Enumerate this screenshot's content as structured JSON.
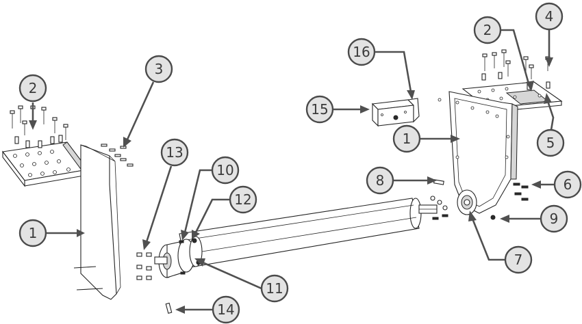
{
  "callouts": [
    {
      "id": "c-1-left",
      "label": "1"
    },
    {
      "id": "c-2-left",
      "label": "2"
    },
    {
      "id": "c-3",
      "label": "3"
    },
    {
      "id": "c-13",
      "label": "13"
    },
    {
      "id": "c-10",
      "label": "10"
    },
    {
      "id": "c-12",
      "label": "12"
    },
    {
      "id": "c-11",
      "label": "11"
    },
    {
      "id": "c-14",
      "label": "14"
    },
    {
      "id": "c-16",
      "label": "16"
    },
    {
      "id": "c-15",
      "label": "15"
    },
    {
      "id": "c-2-right",
      "label": "2"
    },
    {
      "id": "c-4",
      "label": "4"
    },
    {
      "id": "c-5",
      "label": "5"
    },
    {
      "id": "c-1-right",
      "label": "1"
    },
    {
      "id": "c-8",
      "label": "8"
    },
    {
      "id": "c-6",
      "label": "6"
    },
    {
      "id": "c-9",
      "label": "9"
    },
    {
      "id": "c-7",
      "label": "7"
    }
  ]
}
